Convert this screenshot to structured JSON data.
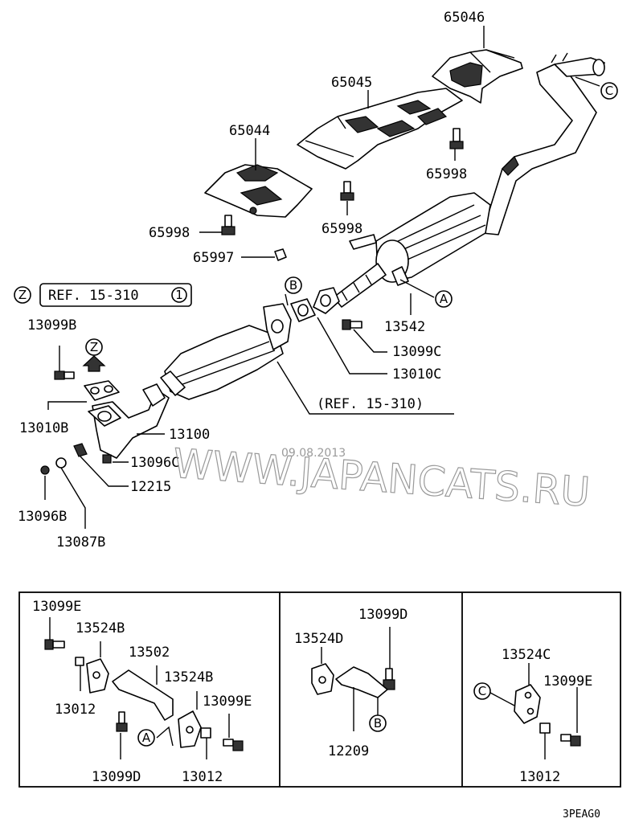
{
  "diagram": {
    "code": "3PEAG0",
    "watermark": "WWW.JAPANCATS.RU",
    "watermark_date": "09.08.2013",
    "references": {
      "z_ref": "REF. 15-310",
      "z_ref_circle": "1",
      "cat_ref": "(REF. 15-310)"
    },
    "markers": {
      "a": "A",
      "b": "B",
      "c": "C",
      "z": "Z"
    },
    "parts": {
      "p65046": "65046",
      "p65045": "65045",
      "p65044": "65044",
      "p65998_a": "65998",
      "p65998_b": "65998",
      "p65998_c": "65998",
      "p65997": "65997",
      "p13542": "13542",
      "p13099C": "13099C",
      "p13010C": "13010C",
      "p13099B": "13099B",
      "p13010B": "13010B",
      "p13100": "13100",
      "p13096C": "13096C",
      "p12215": "12215",
      "p13096B": "13096B",
      "p13087B": "13087B"
    },
    "insets": {
      "left": {
        "p13099E_a": "13099E",
        "p13524B_a": "13524B",
        "p13502": "13502",
        "p13524B_b": "13524B",
        "p13099E_b": "13099E",
        "p13012_a": "13012",
        "p13099D": "13099D",
        "p13012_b": "13012"
      },
      "middle": {
        "p13099D": "13099D",
        "p13524D": "13524D",
        "p12209": "12209"
      },
      "right": {
        "p13524C": "13524C",
        "p13099E": "13099E",
        "p13012": "13012"
      }
    }
  }
}
